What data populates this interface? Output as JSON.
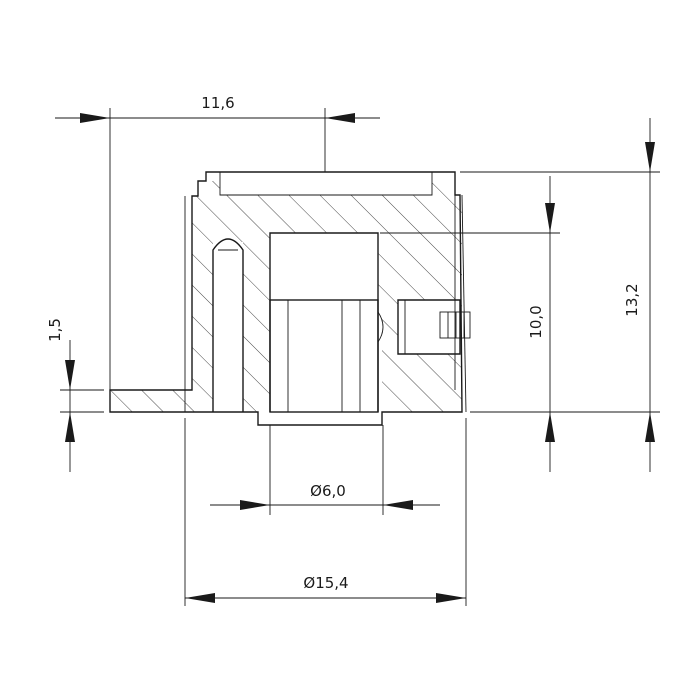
{
  "drawing": {
    "colors": {
      "line": "#1a1a1a",
      "background": "#ffffff"
    },
    "dimensions": {
      "overall_height_left": "11,6",
      "flange_thickness": "1,5",
      "height_10": "10,0",
      "height_13": "13,2",
      "bore_diameter": "Ø6,0",
      "base_diameter": "Ø15,4"
    }
  }
}
